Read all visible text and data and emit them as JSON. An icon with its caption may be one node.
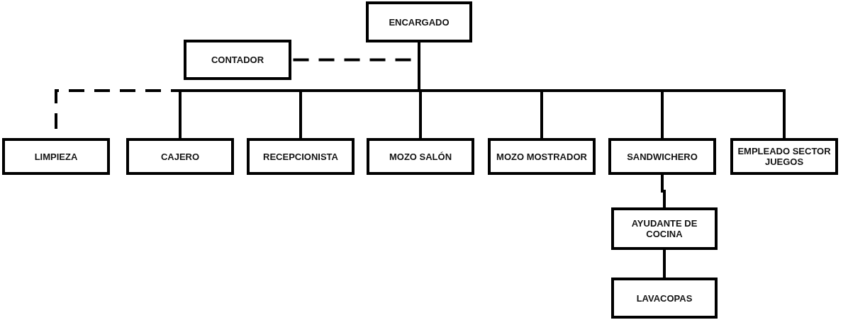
{
  "diagram": {
    "nodes": [
      {
        "text": [
          "ENCARGADO"
        ]
      },
      {
        "text": [
          "CONTADOR"
        ]
      },
      {
        "text": [
          "LIMPIEZA"
        ]
      },
      {
        "text": [
          "CAJERO"
        ]
      },
      {
        "text": [
          "RECEPCIONISTA"
        ]
      },
      {
        "text": [
          "MOZO SALÓN"
        ]
      },
      {
        "text": [
          "MOZO MOSTRADOR"
        ]
      },
      {
        "text": [
          "SANDWICHERO"
        ]
      },
      {
        "text": [
          "EMPLEADO SECTOR JUEGOS"
        ]
      },
      {
        "text": [
          "AYUDANTE DE COCINA"
        ]
      },
      {
        "text": [
          "LAVACOPAS"
        ]
      }
    ],
    "edges": [
      {
        "from": 0,
        "to": 1,
        "arrow": "none",
        "style": "dashed"
      },
      {
        "from": 0,
        "to": 2,
        "arrow": "none",
        "style": "dashed"
      },
      {
        "from": 0,
        "to": 3,
        "arrow": "none"
      },
      {
        "from": 0,
        "to": 4,
        "arrow": "none"
      },
      {
        "from": 0,
        "to": 5,
        "arrow": "none"
      },
      {
        "from": 0,
        "to": 6,
        "arrow": "none"
      },
      {
        "from": 0,
        "to": 7,
        "arrow": "none"
      },
      {
        "from": 0,
        "to": 8,
        "arrow": "none"
      },
      {
        "from": 7,
        "to": 9,
        "arrow": "none"
      },
      {
        "from": 9,
        "to": 10,
        "arrow": "none"
      }
    ]
  }
}
